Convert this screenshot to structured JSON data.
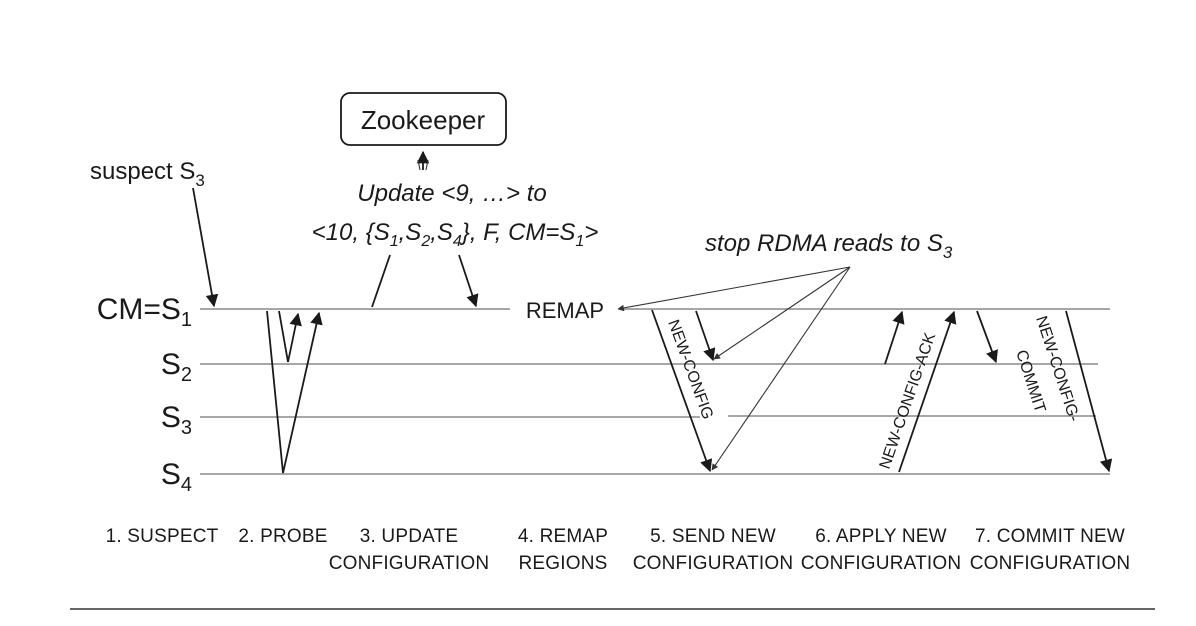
{
  "zookeeper": {
    "label": "Zookeeper"
  },
  "nodes": {
    "cm": {
      "prefix": "CM=S",
      "sub": "1"
    },
    "s2": {
      "prefix": "S",
      "sub": "2"
    },
    "s3": {
      "prefix": "S",
      "sub": "3"
    },
    "s4": {
      "prefix": "S",
      "sub": "4"
    }
  },
  "notes": {
    "suspect": {
      "text": "suspect S",
      "sub": "3"
    },
    "update_line1": "Update <9, …> to",
    "update_line2": {
      "p1": "<10, {S",
      "s1": "1",
      "c1": ",S",
      "s2": "2",
      "c2": ",S",
      "s4": "4",
      "p2": "}, F, CM=S",
      "s5": "1",
      "p3": ">"
    },
    "stop_reads": {
      "text": "stop RDMA reads to S",
      "sub": "3"
    },
    "remap": "REMAP"
  },
  "messages": {
    "new_config": "NEW-CONFIG",
    "new_config_ack": "NEW-CONFIG-ACK",
    "commit_line1": "NEW-CONFIG-",
    "commit_line2": "COMMIT"
  },
  "phases": [
    {
      "line1": "1. SUSPECT",
      "line2": ""
    },
    {
      "line1": "2. PROBE",
      "line2": ""
    },
    {
      "line1": "3. UPDATE",
      "line2": "CONFIGURATION"
    },
    {
      "line1": "4. REMAP",
      "line2": "REGIONS"
    },
    {
      "line1": "5. SEND NEW",
      "line2": "CONFIGURATION"
    },
    {
      "line1": "6. APPLY NEW",
      "line2": "CONFIGURATION"
    },
    {
      "line1": "7. COMMIT NEW",
      "line2": "CONFIGURATION"
    }
  ]
}
